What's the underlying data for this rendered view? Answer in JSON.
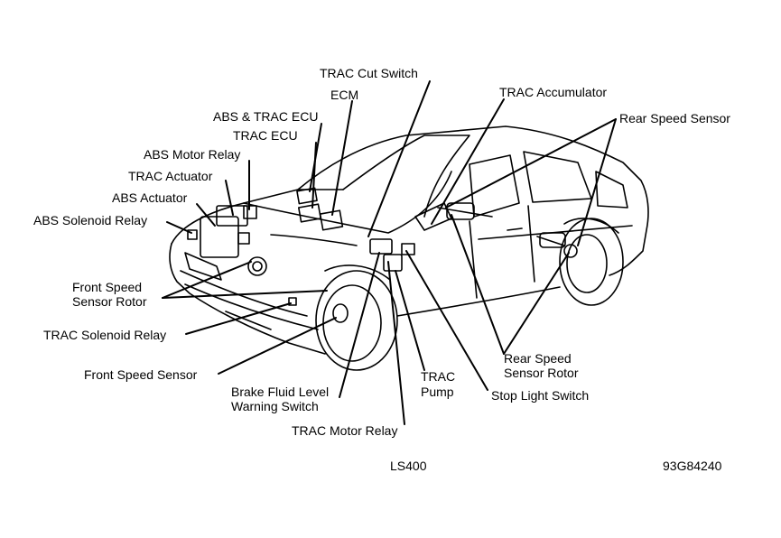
{
  "labels": {
    "trac_cut_switch": "TRAC Cut Switch",
    "ecm": "ECM",
    "abs_trac_ecu": "ABS & TRAC ECU",
    "trac_ecu": "TRAC ECU",
    "abs_motor_relay": "ABS Motor Relay",
    "trac_actuator": "TRAC Actuator",
    "abs_actuator": "ABS Actuator",
    "abs_solenoid_relay": "ABS Solenoid Relay",
    "front_speed_sensor_rotor_1": "Front Speed",
    "front_speed_sensor_rotor_2": "Sensor Rotor",
    "trac_solenoid_relay": "TRAC Solenoid Relay",
    "front_speed_sensor": "Front Speed Sensor",
    "brake_fluid_1": "Brake Fluid Level",
    "brake_fluid_2": "Warning Switch",
    "trac_motor_relay": "TRAC Motor Relay",
    "trac_pump_1": "TRAC",
    "trac_pump_2": "Pump",
    "stop_light_switch": "Stop Light Switch",
    "rear_speed_sensor_rotor_1": "Rear Speed",
    "rear_speed_sensor_rotor_2": "Sensor Rotor",
    "trac_accumulator": "TRAC Accumulator",
    "rear_speed_sensor": "Rear Speed Sensor"
  },
  "footer": {
    "model": "LS400",
    "figure_code": "93G84240"
  }
}
